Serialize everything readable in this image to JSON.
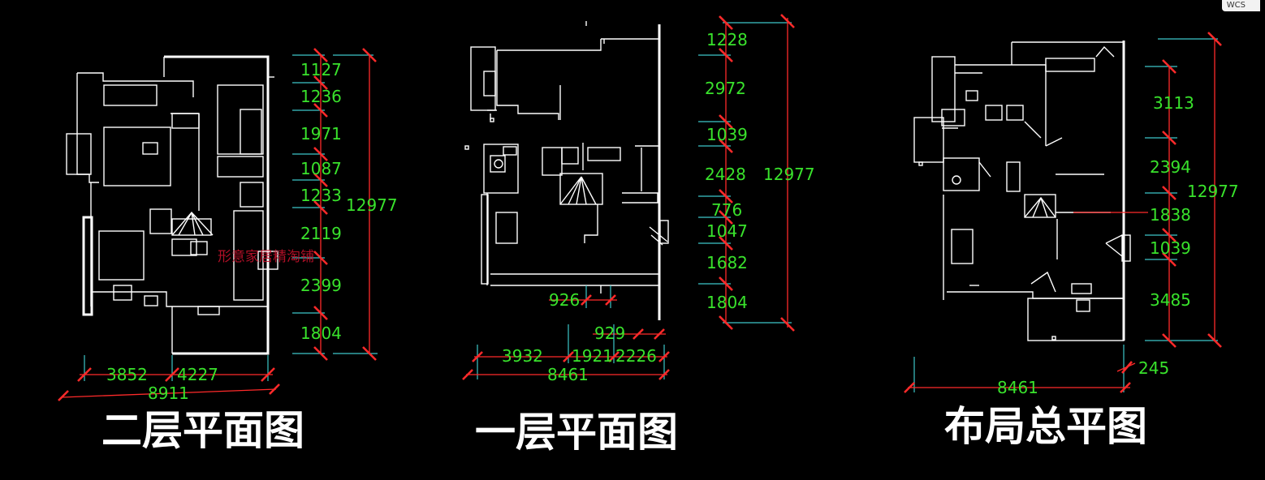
{
  "badge": {
    "label": "WCS"
  },
  "plans": [
    {
      "title": "二层平面图",
      "right_dims": [
        "1127",
        "1236",
        "1971",
        "1087",
        "1233",
        "2119",
        "2399",
        "1804"
      ],
      "total_height": "12977",
      "bottom_dims": [
        "3852",
        "4227"
      ],
      "total_width": "8911",
      "watermark": "形意家居精淘铺"
    },
    {
      "title": "一层平面图",
      "right_dims": [
        "1228",
        "2972",
        "1039",
        "2428",
        "776",
        "1047",
        "1682",
        "1804"
      ],
      "total_height": "12977",
      "inner_dims": [
        "926",
        "929"
      ],
      "bottom_dims": [
        "3932",
        "1921",
        "2226"
      ],
      "total_width": "8461"
    },
    {
      "title": "布局总平图",
      "right_dims": [
        "3113",
        "2394",
        "1838",
        "1039",
        "3485"
      ],
      "total_height": "12977",
      "offset_dim": "245",
      "total_width": "8461"
    }
  ],
  "colors": {
    "background": "#000000",
    "walls": "#ffffff",
    "dimension_text": "#39e22c",
    "dimension_lines": "#ff2a2a",
    "extension_lines": "#3cc7c9"
  }
}
